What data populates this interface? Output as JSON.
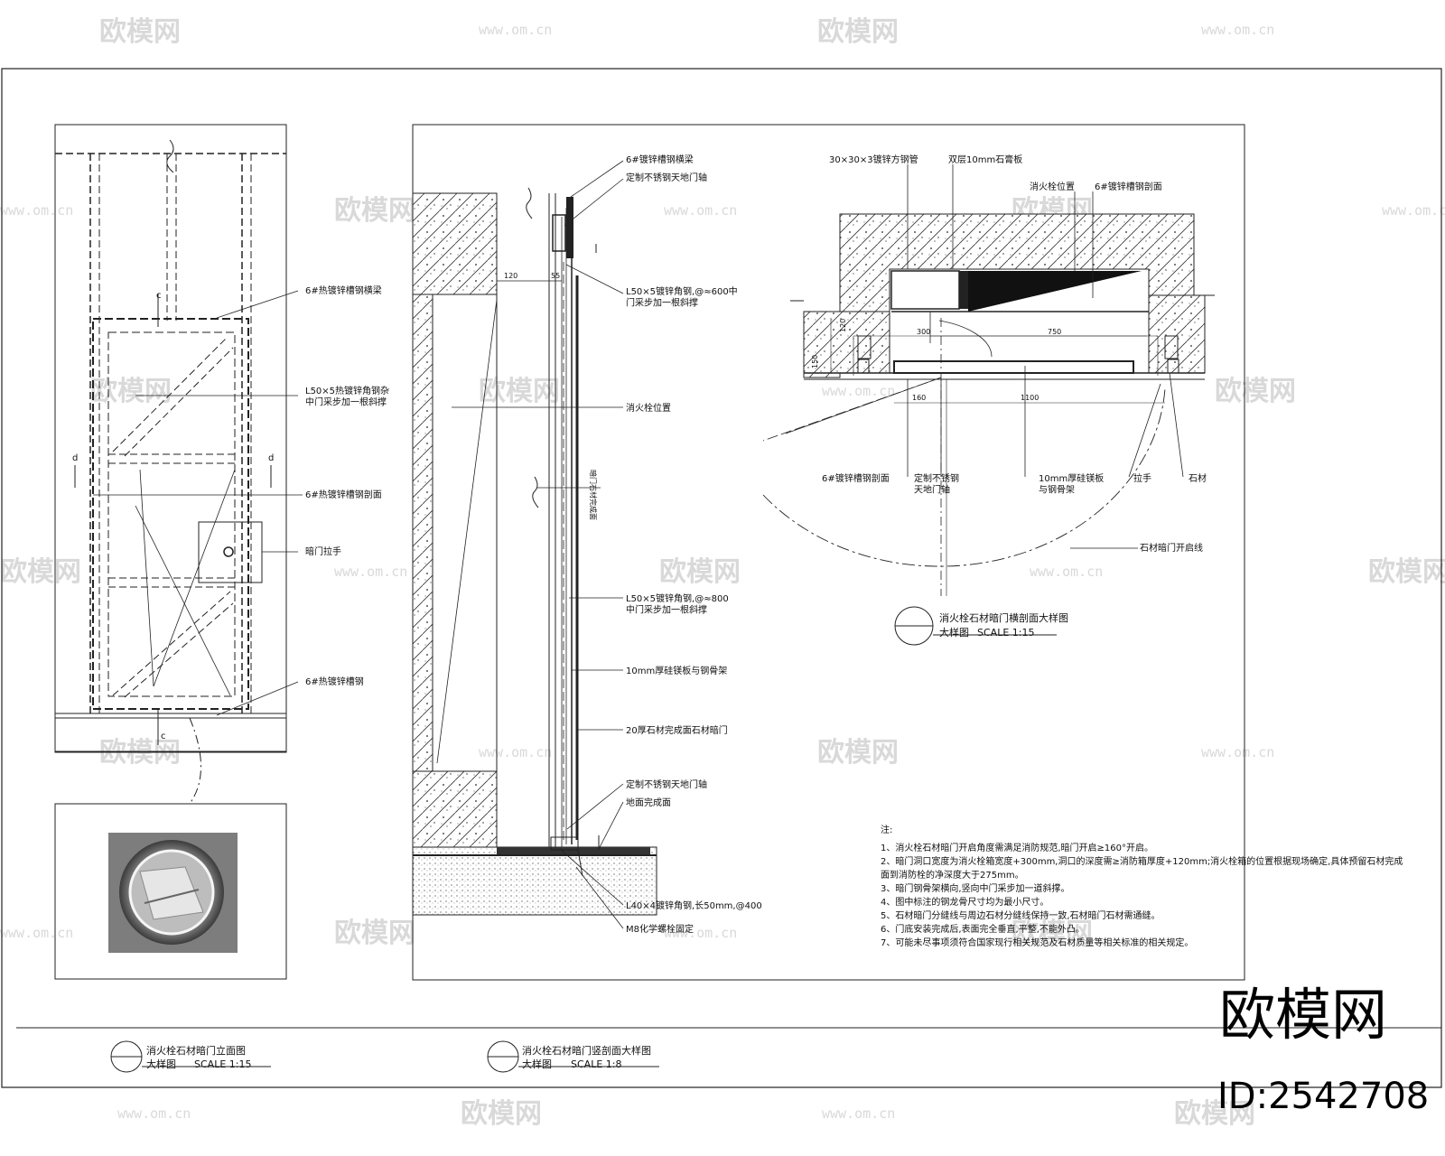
{
  "watermark": {
    "brand": "欧模网",
    "url": "www.om.cn"
  },
  "corner": {
    "logo": "欧模网",
    "id": "ID:2542708"
  },
  "elevation": {
    "labels": {
      "frame_top": "6#热镀锌槽钢横梁",
      "angle": "L50×5热镀锌角钢杂\n中门采步加一根斜撑",
      "frame_side": "6#热镀锌槽钢剖面",
      "handle": "暗门拉手",
      "frame_bottom": "6#热镀锌槽钢"
    },
    "section_marks": {
      "c": "c",
      "d": "d"
    },
    "title": "消火栓石材暗门立面图",
    "subtitle": "大样图",
    "scale": "SCALE 1:15"
  },
  "section": {
    "labels": {
      "top_beam": "6#镀锌槽钢横梁",
      "hinge_top": "定制不锈钢天地门轴",
      "angle600": "L50×5镀锌角钢,@≈600中\n门采步加一根斜撑",
      "hydrant": "消火栓位置",
      "angle800": "L50×5镀锌角钢,@≈800\n中门采步加一根斜撑",
      "board": "10mm厚硅镁板与钢骨架",
      "stone": "20厚石材完成面石材暗门",
      "hinge_bottom": "定制不锈钢天地门轴",
      "floor": "地面完成面",
      "anchor": "L40×4镀锌角钢,长50mm,@400",
      "bolt": "M8化学螺栓固定"
    },
    "vertical_note": "暗门石材完成面",
    "dims": {
      "d120": "120",
      "d55": "55"
    },
    "title": "消火栓石材暗门竖剖面大样图",
    "subtitle": "大样图",
    "scale": "SCALE 1:8"
  },
  "plan": {
    "labels": {
      "square_tube": "30×30×3镀锌方钢管",
      "gypsum": "双层10mm石膏板",
      "hydrant": "消火栓位置",
      "channel_top": "6#镀锌槽钢剖面",
      "channel_bottom": "6#镀锌槽钢剖面",
      "hinge": "定制不锈钢\n天地门轴",
      "board": "10mm厚硅镁板\n与钢骨架",
      "handle": "拉手",
      "stone": "石材",
      "swing": "石材暗门开启线"
    },
    "dims": {
      "d750": "750",
      "d300": "300",
      "d1100": "1100",
      "d160": "160",
      "d120": "120",
      "d150": "150"
    },
    "title": "消火栓石材暗门横剖面大样图",
    "subtitle": "大样图",
    "scale": "SCALE 1:15"
  },
  "notes": {
    "heading": "注:",
    "items": [
      "1、消火栓石材暗门开启角度需满足消防规范,暗门开启≥160°开启。",
      "2、暗门洞口宽度为消火栓箱宽度+300mm,洞口的深度需≥消防箱厚度+120mm;消火栓箱的位置根据现场确定,具体预留石材完成",
      "面到消防栓的净深度大于275mm。",
      "3、暗门钢骨架横向,竖向中门采步加一道斜撑。",
      "4、图中标注的钢龙骨尺寸均为最小尺寸。",
      "5、石材暗门分缝线与周边石材分缝线保持一致,石材暗门石材需通缝。",
      "6、门底安装完成后,表面完全垂直,平整,不能外凸。",
      "7、可能未尽事项须符合国家现行相关规范及石材质量等相关标准的相关规定。"
    ]
  }
}
